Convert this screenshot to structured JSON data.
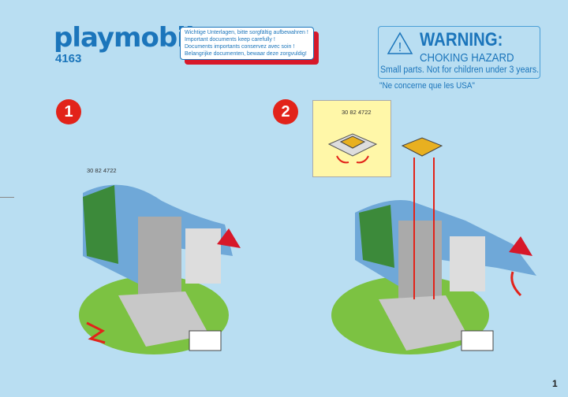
{
  "brand": {
    "logo": "playmobil",
    "model": "4163"
  },
  "notice": {
    "lines": [
      "Wichtige Unterlagen, bitte sorgfältig aufbewahren !",
      "Important documents keep carefully !",
      "Documents importants conservez avec soin !",
      "Belangrijke documenten, bewaar deze zorgvuldig!"
    ]
  },
  "warning": {
    "title": "WARNING:",
    "subtitle": "CHOKING HAZARD",
    "text": "Small parts. Not for children under 3 years.",
    "note": "\"Ne concerne que les USA\""
  },
  "steps": [
    {
      "number": "1",
      "part": "30 82 4722"
    },
    {
      "number": "2",
      "part": "30 82 4722"
    }
  ],
  "page_number": "1",
  "colors": {
    "accent": "#1b75bb",
    "step": "#e2231a",
    "background": "#b9def2"
  }
}
